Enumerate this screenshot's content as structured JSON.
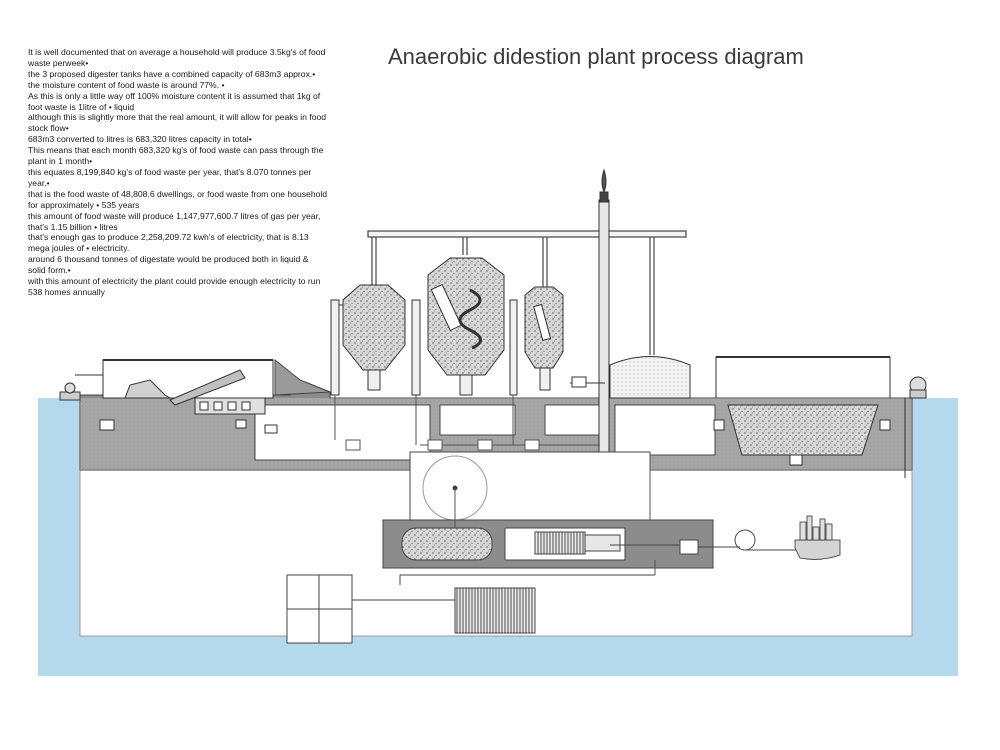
{
  "title": "Anaerobic didestion plant process diagram",
  "notes": [
    "It is well documented that on average a household will produce 3.5kg's of food waste perweek•",
    "the 3 proposed digester tanks have a combined capacity of 683m3 approx.•",
    "the moisture content of food waste is around 77%. •",
    "As this is only a little way off 100% moisture content it is assumed that 1kg of foot waste is 1litre of • liquid",
    "although this is slightly more that the real amount, it will allow for peaks in food stock flow•",
    "683m3 converted to litres is 683,320 litres capacity in total•",
    "This means that each month 683,320 kg's of food waste can pass through the plant in 1 month•",
    "this equates 8,199,840 kg's of food waste per year, that's 8.070 tonnes per year.•",
    "that is the food waste of 48,808.6 dwellings, or food waste from one household for approximately • 535 years",
    "this amount of food waste will produce 1,147,977,600.7 litres of gas per year, that's 1.15 billion • litres",
    "that's enough gas to produce 2,258,209.72 kwh's of electricity, that is 8.13 mega joules of • electricity.",
    "around 6 thousand tonnes of digestate would be produced both in liquid & solid form.•",
    "with this amount of electricity the plant could provide enough electricity to run 538 homes annually"
  ],
  "colors": {
    "water": "#b5d9ec",
    "ground": "#8c8c8c",
    "line": "#333333",
    "title": "#3a3a3a"
  }
}
